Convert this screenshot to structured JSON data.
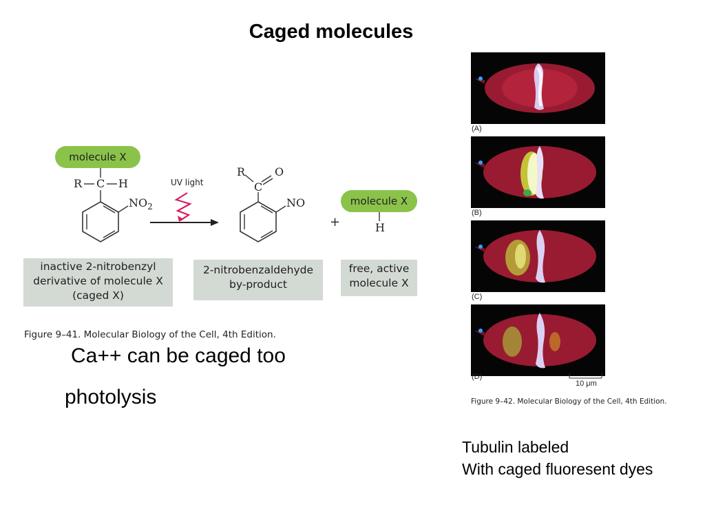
{
  "slide": {
    "title": "Caged molecules",
    "body_line1": "Ca++ can be caged too",
    "body_line2": "photolysis",
    "note": "Tubulin labeled\nWith caged fluoresent dyes"
  },
  "figure_941": {
    "molecule_x": "molecule X",
    "uv_light": "UV light",
    "r_group": "R",
    "carbon": "C",
    "hydrogen": "H",
    "nitro": "NO2",
    "oxygen": "O",
    "nitroso": "NO",
    "plus": "+",
    "box_caged": "inactive 2-nitrobenzyl\nderivative of molecule X\n(caged X)",
    "box_byproduct": "2-nitrobenzaldehyde\nby-product",
    "box_free": "free, active\nmolecule X",
    "caption": "Figure 9–41. Molecular Biology of the Cell, 4th Edition."
  },
  "figure_942": {
    "panels": [
      "(A)",
      "(B)",
      "(C)",
      "(D)"
    ],
    "scale_bar": "10 μm",
    "caption": "Figure 9–42. Molecular Biology of the Cell, 4th Edition."
  },
  "colors": {
    "pill_green": "#8bc34a",
    "box_grey": "#d3dad4",
    "uv_bolt": "#d81b60",
    "cell_red": "#b3203a"
  }
}
